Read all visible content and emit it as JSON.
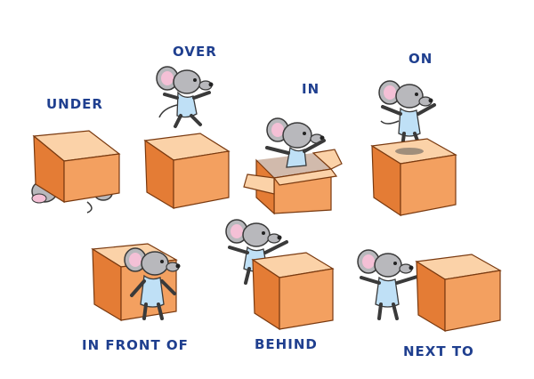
{
  "labels": {
    "under": "UNDER",
    "over": "OVER",
    "in": "IN",
    "on": "ON",
    "in_front_of": "IN FRONT OF",
    "behind": "BEHIND",
    "next_to": "NEXT TO"
  },
  "colors": {
    "label_text": "#1f3f8f",
    "box_front": "#f3a060",
    "box_side": "#e47c35",
    "box_top": "#fbd2a8",
    "box_outline": "#7a3a10",
    "mouse_fur": "#b8b8bc",
    "mouse_ear_inner": "#f4c0d6",
    "mouse_dress": "#bfe0f6",
    "mouse_outline": "#3a3a3a"
  },
  "icons": {
    "box": "cardboard-box-icon",
    "mouse": "cartoon-mouse-icon",
    "shadow": "shadow-icon"
  }
}
